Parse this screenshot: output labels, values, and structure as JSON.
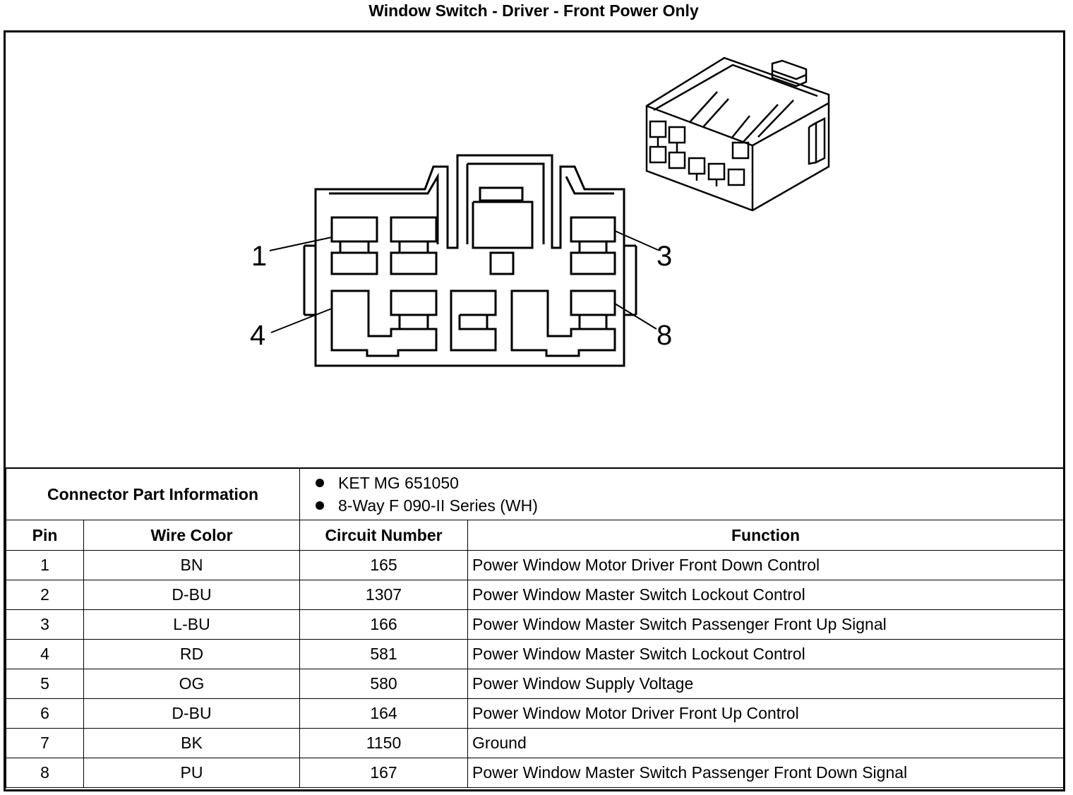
{
  "title": "Window Switch - Driver - Front Power Only",
  "diagram": {
    "pin_callouts": [
      "1",
      "3",
      "4",
      "8"
    ]
  },
  "connector_info": {
    "label": "Connector Part Information",
    "items": [
      "KET MG 651050",
      "8-Way F 090-II Series (WH)"
    ]
  },
  "table": {
    "headers": [
      "Pin",
      "Wire Color",
      "Circuit Number",
      "Function"
    ],
    "rows": [
      {
        "pin": "1",
        "color": "BN",
        "circuit": "165",
        "function": "Power Window Motor Driver Front Down Control"
      },
      {
        "pin": "2",
        "color": "D-BU",
        "circuit": "1307",
        "function": "Power Window Master Switch Lockout Control"
      },
      {
        "pin": "3",
        "color": "L-BU",
        "circuit": "166",
        "function": "Power Window Master Switch Passenger Front Up Signal"
      },
      {
        "pin": "4",
        "color": "RD",
        "circuit": "581",
        "function": "Power Window Master Switch Lockout Control"
      },
      {
        "pin": "5",
        "color": "OG",
        "circuit": "580",
        "function": "Power Window Supply Voltage"
      },
      {
        "pin": "6",
        "color": "D-BU",
        "circuit": "164",
        "function": "Power Window Motor Driver Front Up Control"
      },
      {
        "pin": "7",
        "color": "BK",
        "circuit": "1150",
        "function": "Ground"
      },
      {
        "pin": "8",
        "color": "PU",
        "circuit": "167",
        "function": "Power Window Master Switch Passenger Front Down Signal"
      }
    ]
  }
}
